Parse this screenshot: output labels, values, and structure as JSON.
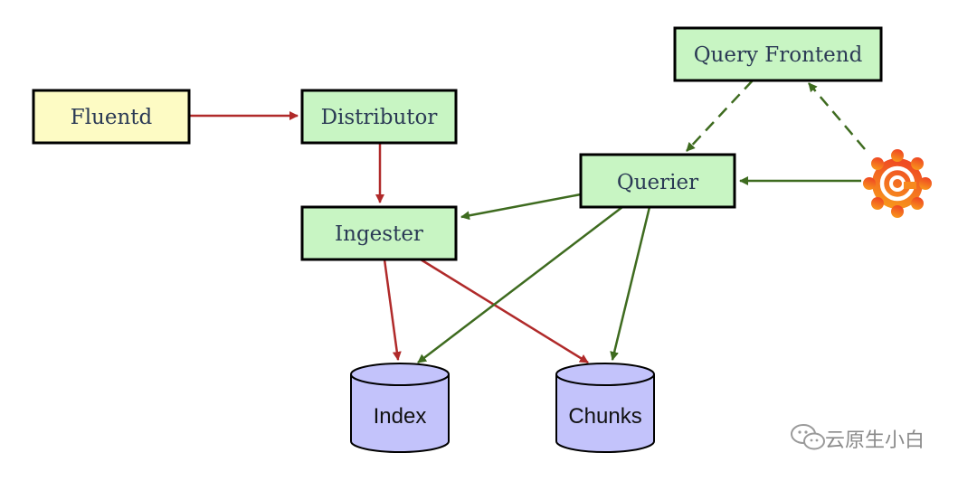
{
  "nodes": {
    "fluentd": {
      "label": "Fluentd"
    },
    "distributor": {
      "label": "Distributor"
    },
    "ingester": {
      "label": "Ingester"
    },
    "querier": {
      "label": "Querier"
    },
    "query_frontend": {
      "label": "Query Frontend"
    },
    "index": {
      "label": "Index"
    },
    "chunks": {
      "label": "Chunks"
    },
    "grafana": {
      "icon": "grafana-logo-icon"
    }
  },
  "edges": [
    {
      "from": "Fluentd",
      "to": "Distributor",
      "style": "solid",
      "color": "#b02a2a"
    },
    {
      "from": "Distributor",
      "to": "Ingester",
      "style": "solid",
      "color": "#b02a2a"
    },
    {
      "from": "Ingester",
      "to": "Index",
      "style": "solid",
      "color": "#b02a2a"
    },
    {
      "from": "Ingester",
      "to": "Chunks",
      "style": "solid",
      "color": "#b02a2a"
    },
    {
      "from": "Querier",
      "to": "Ingester",
      "style": "solid",
      "color": "#3e6b1f"
    },
    {
      "from": "Querier",
      "to": "Index",
      "style": "solid",
      "color": "#3e6b1f"
    },
    {
      "from": "Querier",
      "to": "Chunks",
      "style": "solid",
      "color": "#3e6b1f"
    },
    {
      "from": "Grafana",
      "to": "Querier",
      "style": "solid",
      "color": "#3e6b1f"
    },
    {
      "from": "Grafana",
      "to": "Query Frontend",
      "style": "dashed",
      "color": "#3e6b1f"
    },
    {
      "from": "Query Frontend",
      "to": "Querier",
      "style": "dashed",
      "color": "#3e6b1f"
    }
  ],
  "colors": {
    "source_fill": "#fdfbc4",
    "component_fill": "#c8f5c3",
    "storage_fill": "#c3c3fb",
    "write_path": "#b02a2a",
    "read_path": "#3e6b1f"
  },
  "watermark": {
    "text": "云原生小白",
    "icon": "wechat-icon"
  }
}
